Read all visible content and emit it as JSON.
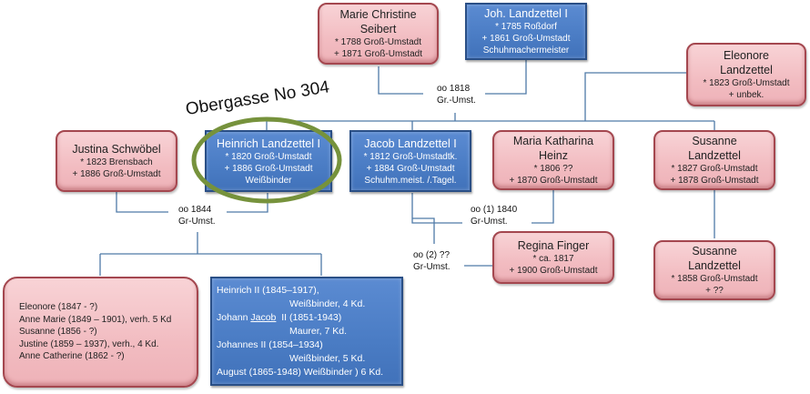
{
  "title_annotation": "Obergasse No 304",
  "colors": {
    "female_box": "#f2bcc1",
    "male_box": "#4a7cc4",
    "connector": "#4f7aa8",
    "highlight_ellipse": "#76923c"
  },
  "persons": {
    "marie_christine": {
      "name_line1": "Marie Christine",
      "name_line2": "Seibert",
      "born": "* 1788 Groß-Umstadt",
      "died": "+ 1871 Groß-Umstadt"
    },
    "joh_landzettel": {
      "name": "Joh. Landzettel I",
      "born": "* 1785 Roßdorf",
      "died": "+ 1861 Groß-Umstadt",
      "occupation": "Schuhmachermeister"
    },
    "eleonore": {
      "name_line1": "Eleonore",
      "name_line2": "Landzettel",
      "born": "* 1823 Groß-Umstadt",
      "died": "+ unbek."
    },
    "justina": {
      "name": "Justina Schwöbel",
      "born": "* 1823 Brensbach",
      "died": "+ 1886 Groß-Umstadt"
    },
    "heinrich": {
      "name": "Heinrich Landzettel I",
      "born": "* 1820 Groß-Umstadt",
      "died": "+ 1886 Groß-Umstadt",
      "occupation": "Weißbinder"
    },
    "jacob": {
      "name": "Jacob Landzettel I",
      "born": "* 1812 Groß-Umstadtk.",
      "died": "+  1884 Groß-Umstadt",
      "occupation": "Schuhm.meist. /.Tagel."
    },
    "maria_katharina": {
      "name_line1": "Maria Katharina",
      "name_line2": "Heinz",
      "born": "* 1806  ??",
      "died": "+ 1870 Groß-Umstadt"
    },
    "susanne_1827": {
      "name_line1": "Susanne",
      "name_line2": "Landzettel",
      "born": "* 1827 Groß-Umstadt",
      "died": "+ 1878 Groß-Umstadt"
    },
    "regina": {
      "name": "Regina Finger",
      "born": "* ca. 1817",
      "died": "+ 1900 Groß-Umstadt"
    },
    "susanne_1858": {
      "name_line1": "Susanne",
      "name_line2": "Landzettel",
      "born": "* 1858 Groß-Umstadt",
      "died": "+ ??"
    }
  },
  "marriages": {
    "m1818": {
      "line1": "oo 1818",
      "line2": "Gr.-Umst."
    },
    "m1844": {
      "line1": "oo 1844",
      "line2": "Gr-Umst."
    },
    "m1840": {
      "line1": "oo (1)  1840",
      "line2": "Gr-Umst."
    },
    "m2": {
      "line1": "oo (2)  ??",
      "line2": "Gr-Umst."
    }
  },
  "daughters": [
    "Eleonore (1847 - ?)",
    "Anne Marie (1849 – 1901), verh. 5 Kd",
    "Susanne (1856 - ?)",
    "Justine (1859 – 1937), verh., 4 Kd.",
    "Anne Catherine (1862 - ?)"
  ],
  "sons": {
    "heinrich_ii": "Heinrich II (1845–1917),",
    "heinrich_ii_occ": "Weißbinder, 4 Kd.",
    "jacob_ii_pre": "Johann ",
    "jacob_ii_name": "Jacob",
    "jacob_ii_post": "  II (1851-1943)",
    "jacob_ii_occ": "Maurer, 7 Kd.",
    "johannes_ii": "Johannes II (1854–1934)",
    "johannes_ii_occ": "Weißbinder, 5 Kd.",
    "august": "August (1865-1948) Weißbinder ) 6 Kd."
  }
}
